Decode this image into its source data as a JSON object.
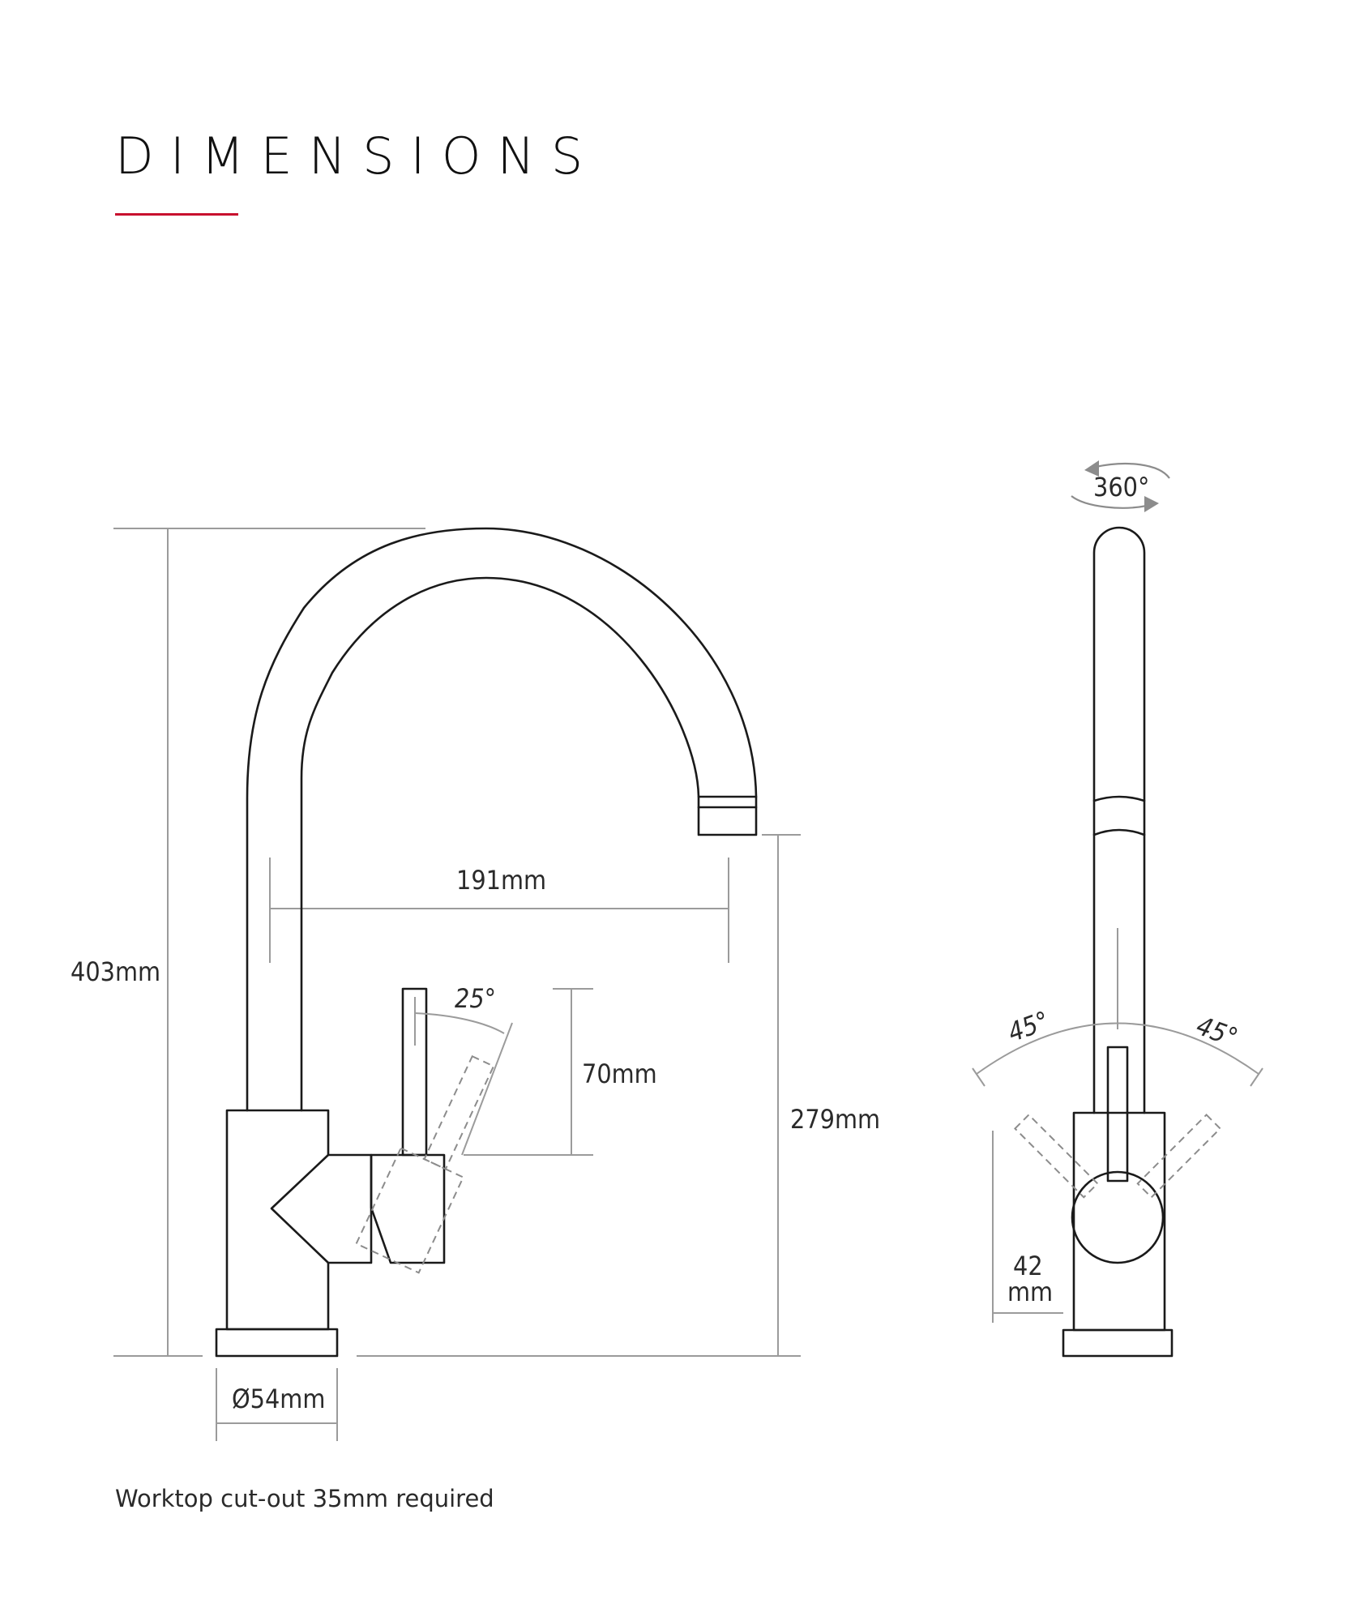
{
  "page": {
    "title": "DIMENSIONS",
    "accent_color": "#c8102e",
    "footnote": "Worktop cut-out 35mm required"
  },
  "side_view": {
    "height_label": "403mm",
    "reach_label": "191mm",
    "spout_height_label": "279mm",
    "lever_height_label": "70mm",
    "lever_angle_label": "25°",
    "base_diameter_label": "Ø54mm"
  },
  "front_view": {
    "rotation_label": "360°",
    "left_angle_label": "45°",
    "right_angle_label": "45°",
    "base_width_label_line1": "42",
    "base_width_label_line2": "mm"
  }
}
